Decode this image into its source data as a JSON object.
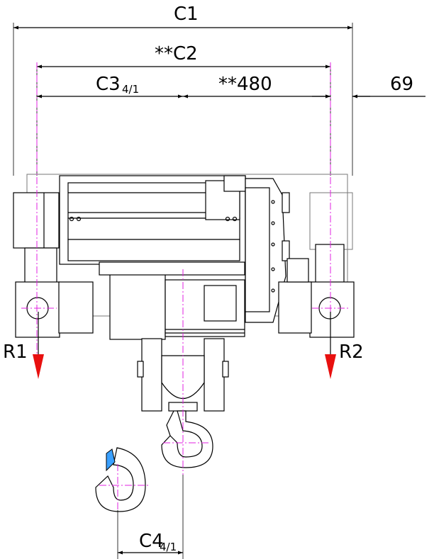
{
  "dimensions": {
    "c1": "C1",
    "c2": "**C2",
    "c3_main": "C3",
    "c3_sub": "4/1",
    "d480": "**480",
    "d69": "69",
    "c4_main": "C4",
    "c4_sub": "4/1"
  },
  "reactions": {
    "r1": "R1",
    "r2": "R2"
  },
  "colors": {
    "arrow": "#e8100f",
    "centerline": "#e020e0",
    "latch": "#3aa0ff"
  }
}
